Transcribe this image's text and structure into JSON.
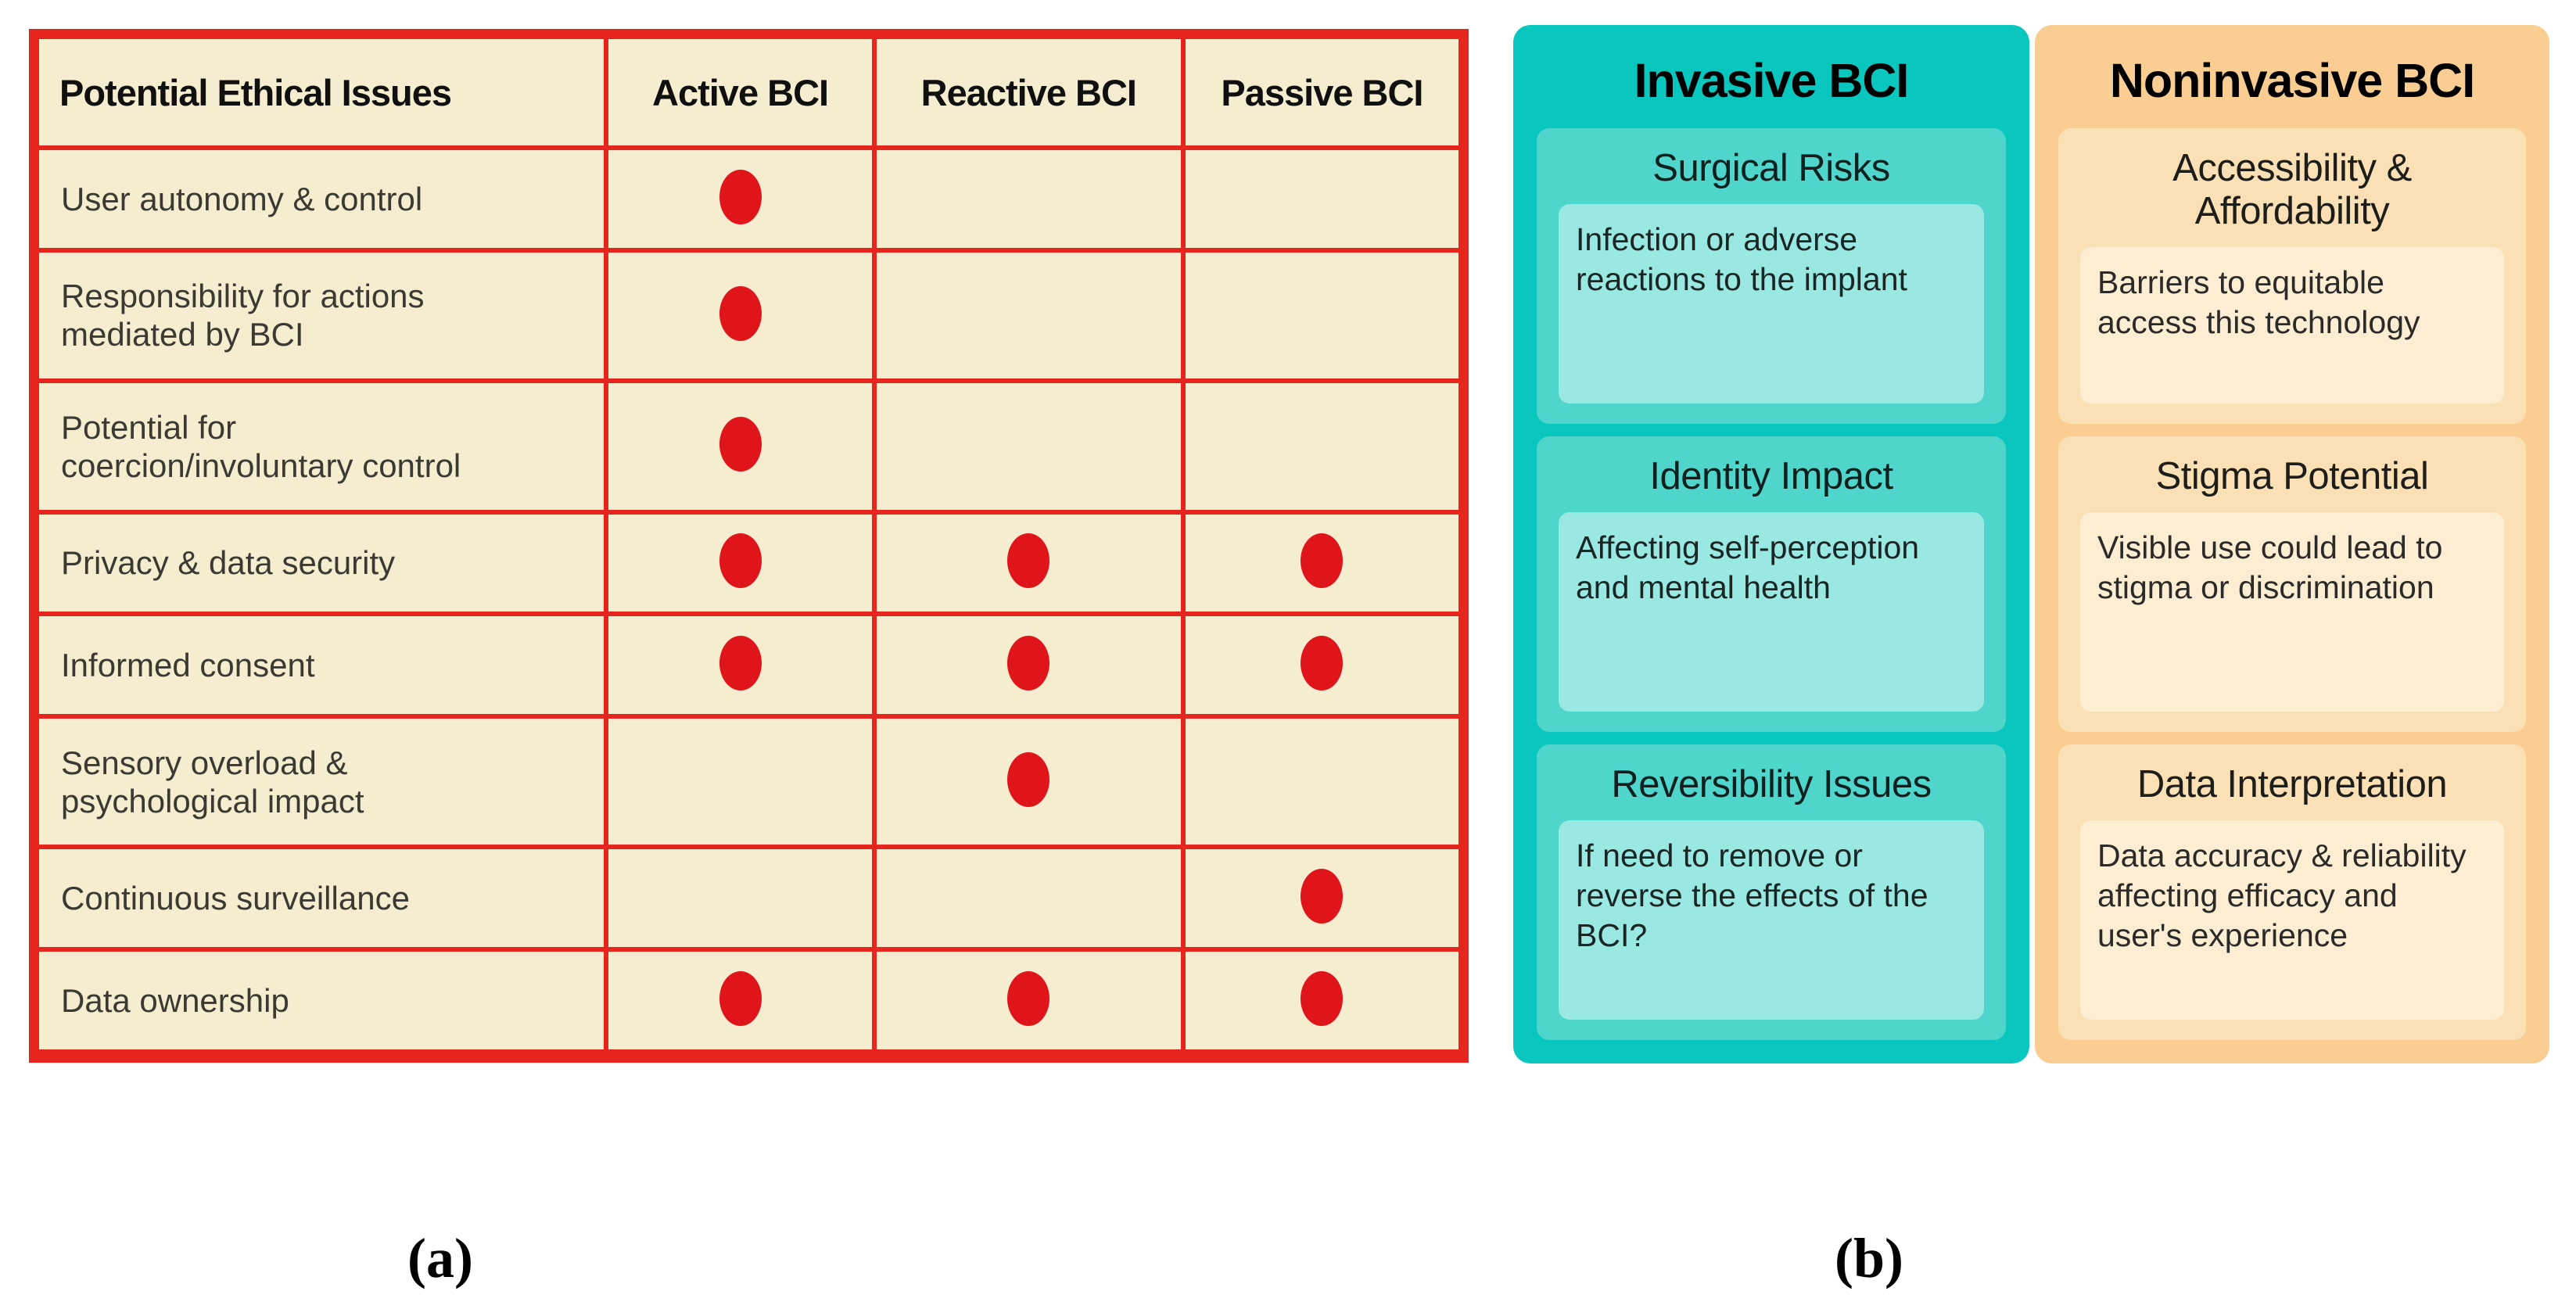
{
  "colors": {
    "table_bg": "#f6edd0",
    "table_border": "#e6251f",
    "dot": "#e0151b",
    "teal_panel": "#09c7be",
    "teal_section": "#4fd5cc",
    "teal_inner": "#9ae8e2",
    "orange_panel": "#facd92",
    "orange_section": "#fce0b5",
    "orange_inner": "#fdedd2"
  },
  "table": {
    "headers": [
      "Potential Ethical Issues",
      "Active BCI",
      "Reactive BCI",
      "Passive BCI"
    ],
    "rows": [
      {
        "label": "User autonomy & control",
        "active": true,
        "reactive": false,
        "passive": false
      },
      {
        "label": "Responsibility for actions mediated by BCI",
        "active": true,
        "reactive": false,
        "passive": false
      },
      {
        "label": "Potential for coercion/involuntary control",
        "active": true,
        "reactive": false,
        "passive": false
      },
      {
        "label": "Privacy & data security",
        "active": true,
        "reactive": true,
        "passive": true
      },
      {
        "label": "Informed consent",
        "active": true,
        "reactive": true,
        "passive": true
      },
      {
        "label": "Sensory overload & psychological impact",
        "active": false,
        "reactive": true,
        "passive": false
      },
      {
        "label": "Continuous surveillance",
        "active": false,
        "reactive": false,
        "passive": true
      },
      {
        "label": "Data ownership",
        "active": true,
        "reactive": true,
        "passive": true
      }
    ]
  },
  "invasive_panel": {
    "title": "Invasive BCI",
    "sections": [
      {
        "title": "Surgical Risks",
        "body": "Infection or adverse reactions to the implant"
      },
      {
        "title": "Identity Impact",
        "body": "Affecting self-perception and mental health"
      },
      {
        "title": "Reversibility Issues",
        "body": "If need to remove or reverse the effects of the BCI?"
      }
    ]
  },
  "noninvasive_panel": {
    "title": "Noninvasive BCI",
    "sections": [
      {
        "title": "Accessibility & Affordability",
        "body": "Barriers to equitable access this technology"
      },
      {
        "title": "Stigma Potential",
        "body": "Visible use could lead to stigma or discrimination"
      },
      {
        "title": "Data Interpretation",
        "body": "Data accuracy & reliability affecting efficacy and user's experience"
      }
    ]
  },
  "captions": {
    "a": "(a)",
    "b": "(b)"
  }
}
